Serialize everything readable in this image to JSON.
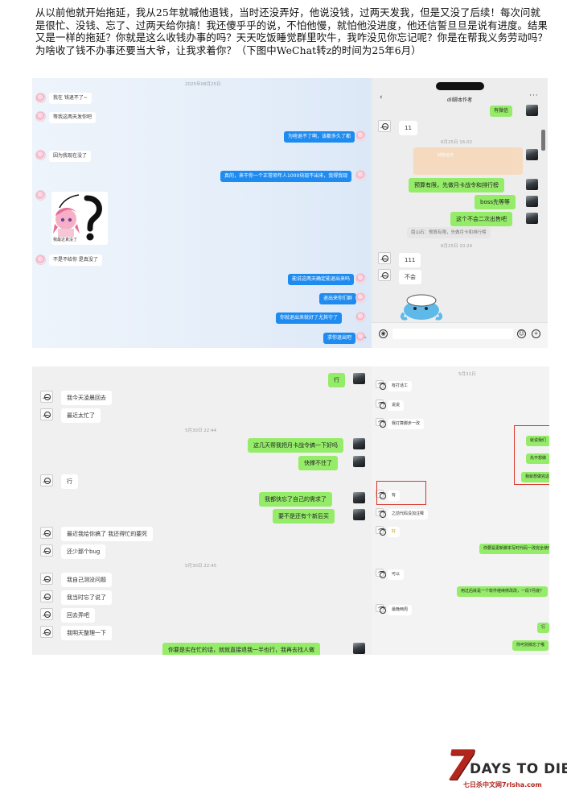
{
  "intro": {
    "text": "从以前他就开始拖延，我从25年就喊他退钱，当时还没弄好，他说没钱，过两天发我，但是又没了后续！每次问就是很忙、没钱、忘了、过两天给你搞！我还傻乎乎的说，不怕他慢，就怕他没进度，他还信誓旦旦是说有进度。结果又是一样的拖延？你就是这么收钱办事的吗？天天吃饭睡觉群里吹牛，我咋没见你忘记呢？你是在帮我义务劳动吗？为啥收了钱不办事还要当大爷，让我求着你？（下图中WeChat转z的时间为25年6月）"
  },
  "panel1": {
    "timestamp": "2025年08月25日",
    "sticker_caption": "我最近真没了",
    "messages": [
      {
        "side": "left",
        "text": "我在 钱退不了~"
      },
      {
        "side": "left",
        "text": "等我这两天发你吧"
      },
      {
        "side": "right",
        "text": "为啥退不了啊，该都多久了都"
      },
      {
        "side": "left",
        "text": "因为我现在没了"
      },
      {
        "side": "right",
        "text": "真的，来干你一个正常项年人1000块现不出来，我得我现"
      },
      {
        "side": "left",
        "text": "不是不给你 是真没了"
      },
      {
        "side": "right",
        "text": "能说这两天确定能退出来吗"
      },
      {
        "side": "right",
        "text": "退出来你们群"
      },
      {
        "side": "right",
        "text": "你就退出来就好了尤其守了"
      },
      {
        "side": "right",
        "text": "求你退出吧"
      }
    ]
  },
  "panel2": {
    "title": "dll脚本作者",
    "timestamp1": "6月25日 16:02",
    "timestamp2": "6月25日 10:24",
    "quote": "南山石：预算有限，先做月卡和排行榜",
    "card_text": "转账给你",
    "messages": [
      {
        "side": "right",
        "text": "有微信"
      },
      {
        "side": "left",
        "text": "11"
      },
      {
        "side": "right",
        "text": "预算有限，先做月卡战令和排行榜"
      },
      {
        "side": "right",
        "text": "boss先等等"
      },
      {
        "side": "right",
        "text": "这个不会二次出售吧"
      },
      {
        "side": "left",
        "text": "111"
      },
      {
        "side": "left",
        "text": "不会"
      }
    ]
  },
  "panel3": {
    "timestamp1": "5月30日 22:44",
    "timestamp2": "5月30日 22:45",
    "messages": [
      {
        "side": "right",
        "text": "行"
      },
      {
        "side": "left",
        "text": "我今天凌晨回去"
      },
      {
        "side": "left",
        "text": "最近太忙了"
      },
      {
        "side": "right",
        "text": "这几天帮我把月卡战令搞一下好吗"
      },
      {
        "side": "right",
        "text": "快撑不住了"
      },
      {
        "side": "left",
        "text": "行"
      },
      {
        "side": "right",
        "text": "我都快忘了自己的需求了"
      },
      {
        "side": "right",
        "text": "要不是还有个新后买"
      },
      {
        "side": "left",
        "text": "最近我给你搞了 我还得忙的要死"
      },
      {
        "side": "left",
        "text": "还少那个bug"
      },
      {
        "side": "left",
        "text": "我自己测没问题"
      },
      {
        "side": "left",
        "text": "我当时忘了说了"
      },
      {
        "side": "left",
        "text": "回去弄吧"
      },
      {
        "side": "left",
        "text": "我明天整理一下"
      },
      {
        "side": "right",
        "text": "你要是实在忙的话，就就直接退我一半也行，我再去找人做"
      }
    ]
  },
  "panel4": {
    "timestamp": "5月31日",
    "messages": [
      {
        "side": "left",
        "text": "有打话工"
      },
      {
        "side": "left",
        "text": "说说"
      },
      {
        "side": "left",
        "text": "我打算脚步一改"
      },
      {
        "side": "right",
        "text": "就说我们"
      },
      {
        "side": "right",
        "text": "先不想做"
      },
      {
        "side": "right",
        "text": "我就想做完这"
      },
      {
        "side": "left",
        "text": "有"
      },
      {
        "side": "left",
        "text": "之前代码没加注释"
      },
      {
        "side": "left",
        "text": "好"
      },
      {
        "side": "right",
        "text": "你要是更新脚本写时代码一改完全使用吗"
      },
      {
        "side": "left",
        "text": "可以"
      },
      {
        "side": "right",
        "text": "用过后就是一个软件继续修改改，一段7月底？"
      },
      {
        "side": "left",
        "text": "最晚两周"
      },
      {
        "side": "right",
        "text": "行"
      },
      {
        "side": "right",
        "text": "你可别搞忘了哦"
      }
    ]
  },
  "logo": {
    "seven": "7",
    "title": "DAYS TO DIE",
    "subtitle": "七日杀中文网7rlsha.com"
  }
}
